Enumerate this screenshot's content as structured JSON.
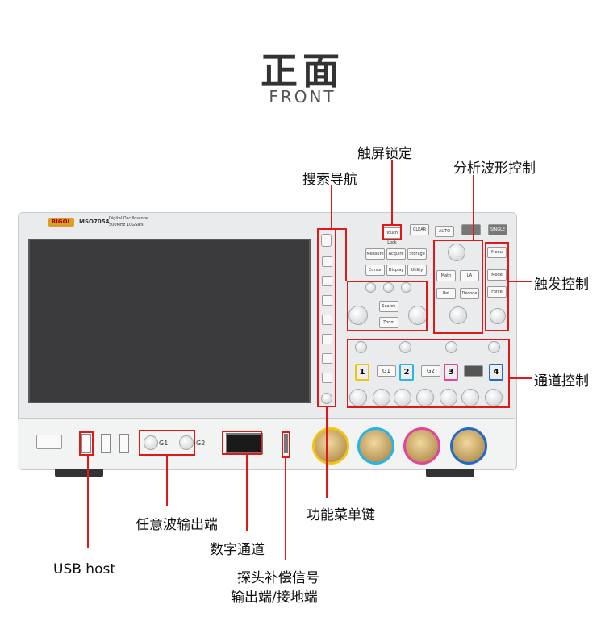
{
  "header": {
    "title_cn": "正面",
    "title_en": "FRONT"
  },
  "device": {
    "brand": "RIGOL",
    "model": "MSO7054",
    "model_sub": "Digital Oscilloscope",
    "model_spec": "500MHz 10GSa/s",
    "panel_buttons": [
      "Measure",
      "Acquire",
      "Storage",
      "Cursor",
      "Display",
      "Utility",
      "Math",
      "LA",
      "Ref",
      "Decode",
      "Menu",
      "Mode",
      "Force",
      "Search",
      "Zoom",
      "CLEAR",
      "AUTO",
      "SINGLE",
      "Touch Lock"
    ],
    "channels": [
      "1",
      "2",
      "3",
      "4"
    ],
    "gen_outputs": [
      "G1",
      "G2"
    ]
  },
  "labels": {
    "touch_lock": "触屏锁定",
    "search_nav": "搜索导航",
    "analysis_wave": "分析波形控制",
    "trigger_ctrl": "触发控制",
    "channel_ctrl": "通道控制",
    "func_menu": "功能菜单键",
    "awg_output": "任意波输出端",
    "digital_ch": "数字通道",
    "usb_host": "USB host",
    "probe_comp_1": "探头补偿信号",
    "probe_comp_2": "输出端/接地端"
  },
  "colors": {
    "accent": "#e01818",
    "ch1": "#f1c40f",
    "ch2": "#27b4e6",
    "ch3": "#e0459b",
    "ch4": "#2469c8"
  }
}
